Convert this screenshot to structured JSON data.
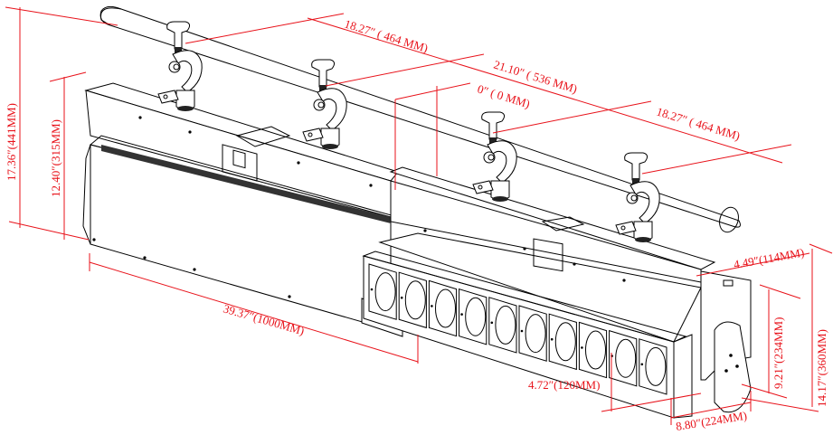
{
  "diagram": {
    "subject": "LED bar fixture with truss clamps — isometric dimension drawing",
    "colors": {
      "outline": "#000000",
      "dimension": "#e8121a",
      "background": "#ffffff"
    },
    "dimensions": {
      "clamp_spacing_left": "18.27″ ( 464 MM)",
      "clamp_spacing_center": "21.10″ ( 536 MM)",
      "clamp_offset": "0″ ( 0 MM)",
      "clamp_spacing_right": "18.27″ ( 464 MM)",
      "overall_height_with_clamp": "17.36″(441MM)",
      "body_height": "12.40″(315MM)",
      "length": "39.37″(1000MM)",
      "top_depth": "4.49″(114MM)",
      "head_height": "9.21″(234MM)",
      "total_height_right": "14.17″(360MM)",
      "front_depth": "4.72″(120MM)",
      "yoke_width": "8.80″(224MM)"
    },
    "lens_count": 10
  }
}
